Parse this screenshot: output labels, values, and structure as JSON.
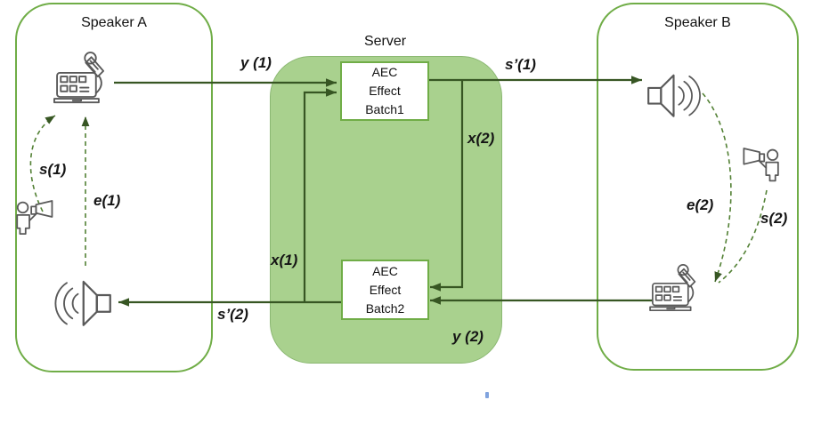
{
  "diagram": {
    "rooms": {
      "speaker_a": {
        "title": "Speaker A"
      },
      "speaker_b": {
        "title": "Speaker B"
      }
    },
    "server": {
      "title": "Server",
      "batch1": "AEC\nEffect\nBatch1",
      "batch2": "AEC\nEffect\nBatch2"
    },
    "signals": {
      "y1": "y (1)",
      "s1_prime": "s’(1)",
      "x2": "x(2)",
      "x1": "x(1)",
      "s2_prime": "s’(2)",
      "y2": "y (2)",
      "s1": "s(1)",
      "e1": "e(1)",
      "e2": "e(2)",
      "s2": "s(2)"
    },
    "icons": [
      "mixer-mic-icon-speaker-a",
      "loudspeaker-icon-speaker-a",
      "person-megaphone-icon-speaker-a",
      "loudspeaker-icon-speaker-b",
      "person-megaphone-icon-speaker-b",
      "mixer-mic-icon-speaker-b"
    ],
    "colors": {
      "solid_arrow": "#375623",
      "dashed_arrow": "#538135",
      "box_border": "#70ad47",
      "server_fill": "#a9d18e",
      "icon_gray": "#595959"
    }
  }
}
